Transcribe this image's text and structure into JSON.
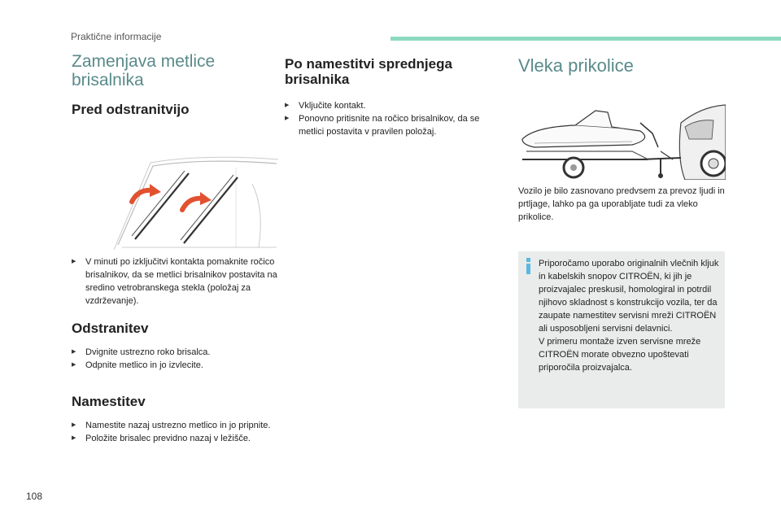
{
  "header": {
    "section_label": "Praktične informacije",
    "accent_color": "#8ed9bf"
  },
  "page_number": "108",
  "col1": {
    "title": "Zamenjava metlice brisalnika",
    "sections": [
      {
        "heading": "Pred odstranitvijo",
        "bullets": [
          "V minuti po izključitvi kontakta pomaknite ročico brisalnikov, da se metlici brisalnikov postavita na sredino vetrobranskega stekla (položaj za vzdrževanje)."
        ]
      },
      {
        "heading": "Odstranitev",
        "bullets": [
          "Dvignite ustrezno roko brisalca.",
          "Odpnite metlico in jo izvlecite."
        ]
      },
      {
        "heading": "Namestitev",
        "bullets": [
          "Namestite nazaj ustrezno metlico in jo pripnite.",
          "Položite brisalec previdno nazaj v ležišče."
        ]
      }
    ]
  },
  "col2": {
    "heading": "Po namestitvi sprednjega brisalnika",
    "bullets": [
      "Vključite kontakt.",
      "Ponovno pritisnite na ročico brisalnikov, da se metlici postavita v pravilen položaj."
    ]
  },
  "col3": {
    "title": "Vleka prikolice",
    "paragraph": "Vozilo je bilo zasnovano predvsem za prevoz ljudi in prtljage, lahko pa ga uporabljate tudi za vleko prikolice.",
    "info": {
      "icon": "info-icon",
      "icon_color": "#5bb8e0",
      "paragraphs": [
        "Priporočamo uporabo originalnih vlečnih kljuk in kabelskih snopov CITROËN, ki jih je proizvajalec preskusil, homologiral in potrdil njihovo skladnost s konstrukcijo vozila, ter da zaupate namestitev servisni mreži CITROËN ali usposobljeni servisni delavnici.",
        "V primeru montaže izven servisne mreže CITROËN morate obvezno upoštevati priporočila proizvajalca."
      ]
    }
  },
  "illustrations": {
    "wiper_arrow_color": "#e2512f"
  }
}
